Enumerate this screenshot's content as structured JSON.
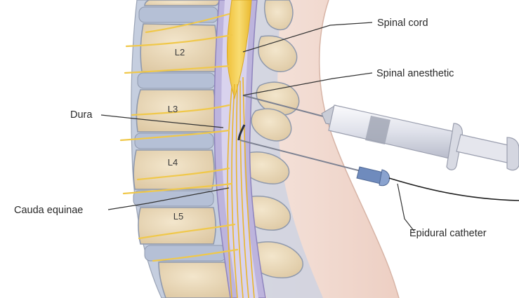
{
  "labels": {
    "spinal_cord": "Spinal cord",
    "spinal_anesthetic": "Spinal anesthetic",
    "dura": "Dura",
    "cauda_equinae": "Cauda equinae",
    "epidural_catheter": "Epidural catheter"
  },
  "vertebrae": {
    "l2": "L2",
    "l3": "L3",
    "l4": "L4",
    "l5": "L5"
  },
  "colors": {
    "skin": "#f3dcd2",
    "bone_fill": "#ecdcbf",
    "bone_edge": "#9aa3b5",
    "disc": "#b9c4d8",
    "dura": "#b8b0d8",
    "nerve": "#f2cf52",
    "syringe_barrel": "#e6e7ee",
    "catheter_hub": "#6f8bbd"
  }
}
